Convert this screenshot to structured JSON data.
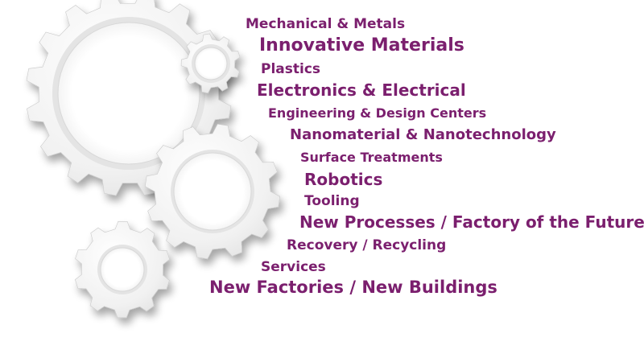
{
  "colors": {
    "text": "#7b1f6e",
    "gear_face": "#f3f3f3",
    "gear_shadow": "#c9c9c9",
    "gear_inner": "#ffffff"
  },
  "gears": [
    {
      "name": "gear-large",
      "icon": "gear-icon"
    },
    {
      "name": "gear-small",
      "icon": "gear-icon"
    },
    {
      "name": "gear-medium",
      "icon": "gear-icon"
    },
    {
      "name": "gear-bottom",
      "icon": "gear-icon"
    }
  ],
  "sectors": [
    "Mechanical & Metals",
    "Innovative Materials",
    "Plastics",
    "Electronics & Electrical",
    "Engineering & Design Centers",
    "Nanomaterial & Nanotechnology",
    "Surface Treatments",
    "Robotics",
    "Tooling",
    "New Processes / Factory of the Future",
    "Recovery / Recycling",
    "Services",
    "New Factories / New Buildings"
  ]
}
